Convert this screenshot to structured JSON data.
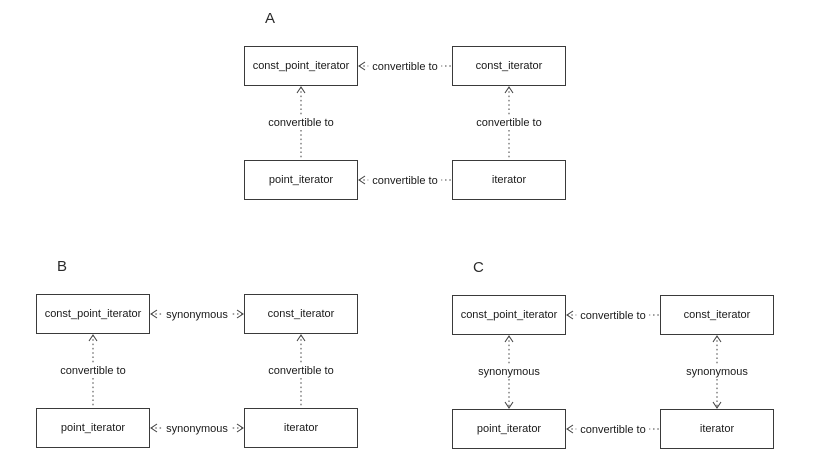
{
  "colors": {
    "background": "#ffffff",
    "line": "#3c3c3c",
    "box_border": "#3a3a3a",
    "text": "#1a1a1a"
  },
  "diagrams": [
    {
      "label": "A",
      "boxes": {
        "top_left": "const_point_iterator",
        "top_right": "const_iterator",
        "bottom_left": "point_iterator",
        "bottom_right": "iterator"
      },
      "edges": {
        "top_h": {
          "label": "convertible to",
          "direction": "left"
        },
        "bottom_h": {
          "label": "convertible to",
          "direction": "left"
        },
        "left_v": {
          "label": "convertible to",
          "direction": "up"
        },
        "right_v": {
          "label": "convertible to",
          "direction": "up"
        }
      }
    },
    {
      "label": "B",
      "boxes": {
        "top_left": "const_point_iterator",
        "top_right": "const_iterator",
        "bottom_left": "point_iterator",
        "bottom_right": "iterator"
      },
      "edges": {
        "top_h": {
          "label": "synonymous",
          "direction": "both"
        },
        "bottom_h": {
          "label": "synonymous",
          "direction": "both"
        },
        "left_v": {
          "label": "convertible to",
          "direction": "up"
        },
        "right_v": {
          "label": "convertible to",
          "direction": "up"
        }
      }
    },
    {
      "label": "C",
      "boxes": {
        "top_left": "const_point_iterator",
        "top_right": "const_iterator",
        "bottom_left": "point_iterator",
        "bottom_right": "iterator"
      },
      "edges": {
        "top_h": {
          "label": "convertible to",
          "direction": "left"
        },
        "bottom_h": {
          "label": "convertible to",
          "direction": "left"
        },
        "left_v": {
          "label": "synonymous",
          "direction": "both"
        },
        "right_v": {
          "label": "synonymous",
          "direction": "both"
        }
      }
    }
  ]
}
